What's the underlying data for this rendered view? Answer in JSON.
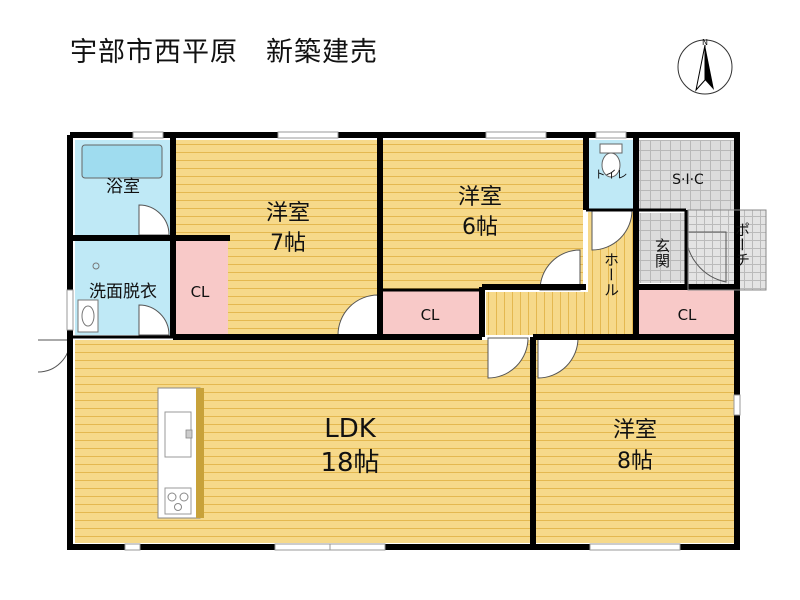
{
  "title": "宇部市西平原　新築建売",
  "compass": {
    "north_label": "N"
  },
  "colors": {
    "wall": "#000000",
    "wood_floor": "#f6d98a",
    "wood_line": "#e4b850",
    "wet_area": "#bfe9f6",
    "closet": "#f8c9c8",
    "tile": "#d9d9d9",
    "counter": "#c8a23a"
  },
  "rooms": {
    "bath": "浴室",
    "washroom": "洗面脱衣",
    "closet_1": "CL",
    "western_7_name": "洋室",
    "western_7_size": "7帖",
    "western_6_name": "洋室",
    "western_6_size": "6帖",
    "closet_2": "CL",
    "toilet": "トイレ",
    "sic": "S·I·C",
    "genkan": "玄関",
    "porch": "ポーチ",
    "hall": "ホール",
    "closet_3": "CL",
    "ldk_name": "LDK",
    "ldk_size": "18帖",
    "western_8_name": "洋室",
    "western_8_size": "8帖"
  }
}
